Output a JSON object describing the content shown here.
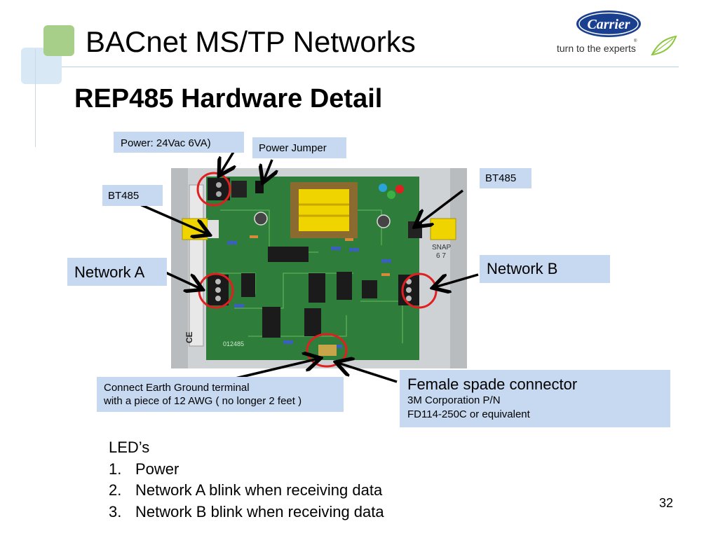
{
  "slide": {
    "title": "BACnet MS/TP Networks",
    "subtitle": "REP485 Hardware Detail",
    "page_number": "32"
  },
  "logo": {
    "brand": "Carrier",
    "tagline": "turn to the experts"
  },
  "callouts": {
    "power": "Power: 24Vac  6VA)",
    "power_jumper": "Power Jumper",
    "bt485_left": "BT485",
    "bt485_right": "BT485",
    "network_a": "Network A",
    "network_b": "Network B",
    "earth_ground_line1": "Connect Earth Ground terminal",
    "earth_ground_line2": "with a piece of 12 AWG ( no longer 2 feet )",
    "spade_title": "Female spade connector",
    "spade_line1": "3M Corporation P/N",
    "spade_line2": "FD114-250C or equivalent"
  },
  "leds": {
    "heading": "LED’s",
    "items": [
      {
        "num": "1.",
        "text": "Power"
      },
      {
        "num": "2.",
        "text": "Network A blink when receiving data"
      },
      {
        "num": "3.",
        "text": "Network B blink when receiving data"
      }
    ]
  },
  "board_labels": {
    "ce_mark": "CE",
    "board_id": "012485",
    "snap_label": "SNAP",
    "snap_num": "6 7",
    "ce_left": "CE"
  },
  "colors": {
    "callout_bg": "#c6d9f1",
    "pcb_green": "#2e7d3a",
    "highlight_red": "#e02020",
    "accent_green": "#a8cf8a",
    "carrier_blue": "#1b3f8f"
  }
}
